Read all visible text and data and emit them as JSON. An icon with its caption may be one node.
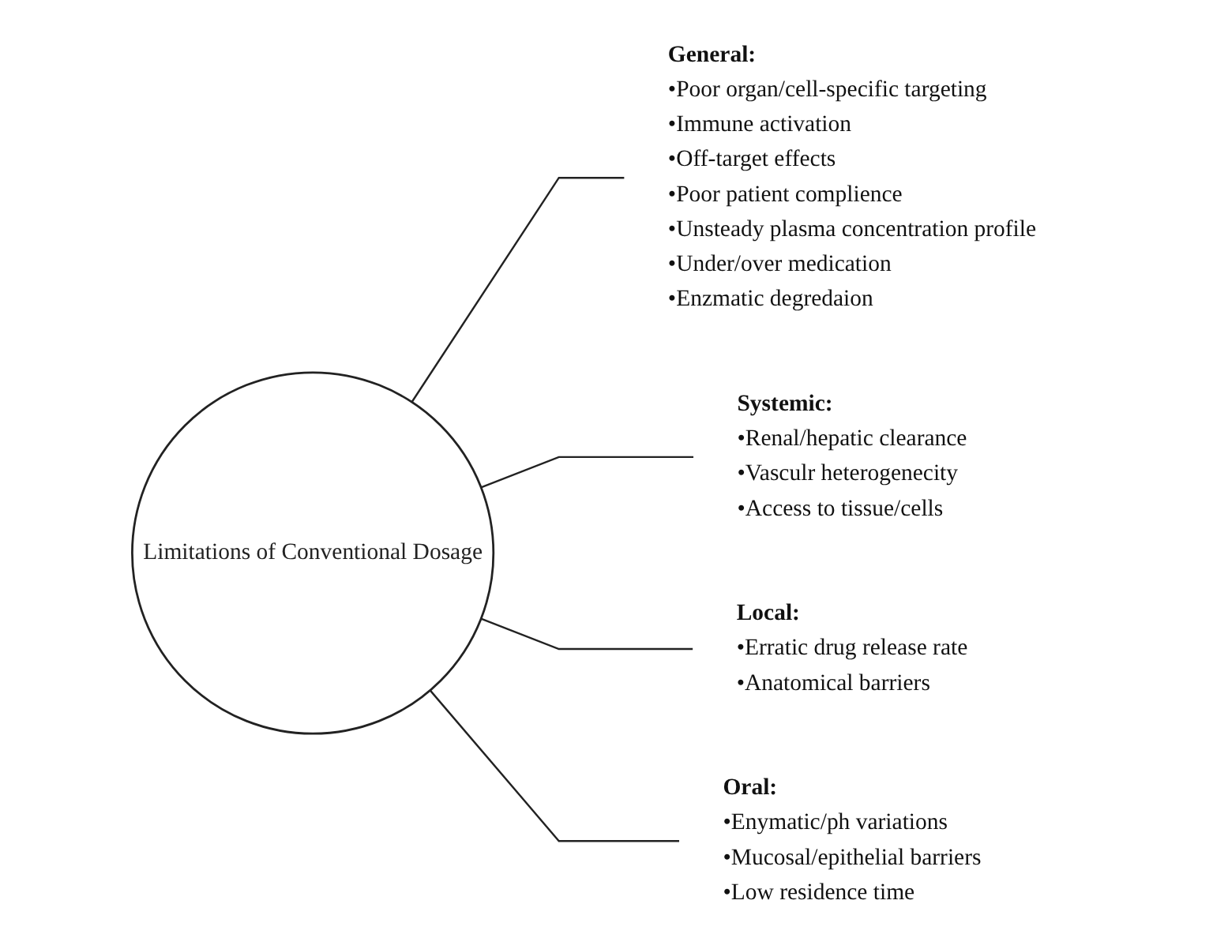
{
  "diagram": {
    "nodes": [
      {
        "text": [
          "Limitations of Conventional Dosage"
        ]
      },
      {
        "text": [
          "General:",
          "•Poor organ/cell-specific targeting",
          "•Immune activation",
          "•Off-target effects",
          "•Poor patient complience",
          "•Unsteady plasma concentration profile",
          "•Under/over medication",
          "•Enzmatic degredaion"
        ]
      },
      {
        "text": [
          "Systemic:",
          "•Renal/hepatic clearance",
          "•Vasculr heterogenecity",
          "•Access to tissue/cells"
        ]
      },
      {
        "text": [
          "Local:",
          "•Erratic drug release rate",
          "•Anatomical barriers"
        ]
      },
      {
        "text": [
          "Oral:",
          "•Enymatic/ph variations",
          "•Mucosal/epithelial barriers",
          "•Low residence time"
        ]
      }
    ],
    "edges": [
      {
        "from": 0,
        "to": 1,
        "arrow": "none"
      },
      {
        "from": 0,
        "to": 2,
        "arrow": "none"
      },
      {
        "from": 0,
        "to": 3,
        "arrow": "none"
      },
      {
        "from": 0,
        "to": 4,
        "arrow": "none"
      }
    ]
  }
}
